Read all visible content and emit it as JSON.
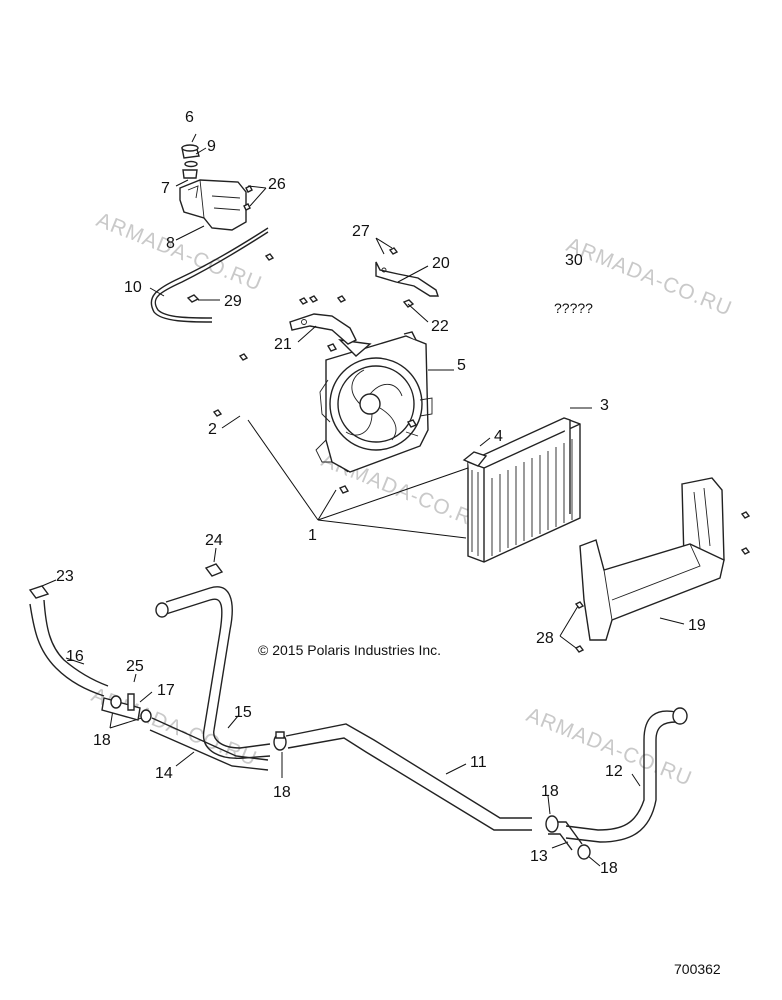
{
  "callouts": [
    "1",
    "2",
    "3",
    "4",
    "5",
    "6",
    "7",
    "8",
    "9",
    "10",
    "11",
    "12",
    "13",
    "14",
    "15",
    "16",
    "17",
    "18",
    "19",
    "20",
    "21",
    "22",
    "23",
    "24",
    "25",
    "26",
    "27",
    "28",
    "29",
    "30"
  ],
  "part_30_note": "?????",
  "copyright": "© 2015 Polaris Industries Inc.",
  "figure_number": "700362",
  "watermark": "ARMADA-CO.RU"
}
